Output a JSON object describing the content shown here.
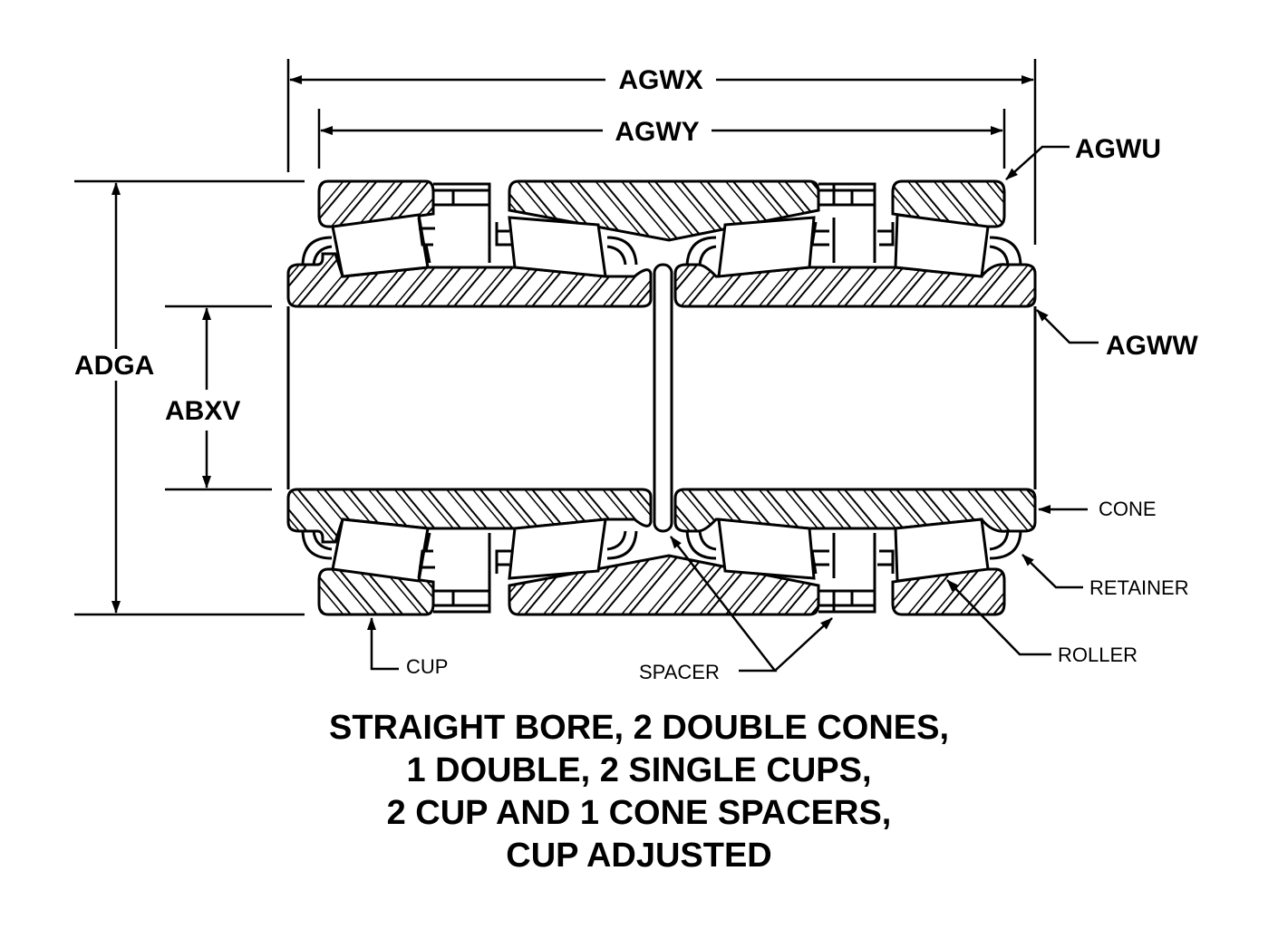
{
  "dimensions": {
    "overall_width": "AGWX",
    "cup_width": "AGWY",
    "cup_corner": "AGWU",
    "cone_corner": "AGWW",
    "outside_diameter": "ADGA",
    "bore": "ABXV"
  },
  "callouts": {
    "cone": "CONE",
    "retainer": "RETAINER",
    "roller": "ROLLER",
    "cup": "CUP",
    "spacer": "SPACER"
  },
  "caption": [
    "STRAIGHT BORE, 2 DOUBLE CONES,",
    "1 DOUBLE, 2 SINGLE CUPS,",
    "2 CUP AND 1 CONE SPACERS,",
    "CUP ADJUSTED"
  ]
}
